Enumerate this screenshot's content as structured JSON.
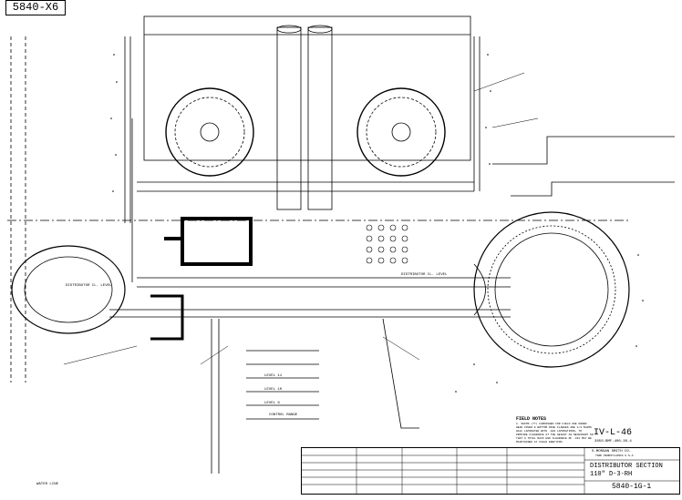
{
  "drawing": {
    "top_left_box": "5840-X6",
    "revision_stamp": "IV-L-46",
    "revision_sub": "2850-BMF-400-30-4",
    "field_notes_title": "FIELD NOTES",
    "field_notes_text": "1. SHIMS (??) FURNISHED FOR FIELD USE UNDER HEAD COVER & BOTTOM RING FLANGES ARE 1/4 SHIMS HALF LAMINATED WITH .004 LAMINATIONS, TO PROVIDE CLEARANCE AT THE HEIGHT AS NECESSARY SO THAT A TOTAL RACK END CLEARANCE OF .031 MAY BE MAINTAINED AT FIELD ERECTION."
  },
  "title_block": {
    "company": "S.MORGAN SMITH CO.",
    "location": "YORK PENNSYLVANIA U.S.A.",
    "title": "DISTRIBUTOR SECTION",
    "subtitle": "110\" D-3-RH",
    "drawing_number": "5840-1G-1"
  },
  "colors": {
    "ink": "#000000",
    "paper": "#ffffff"
  },
  "labels": {
    "distributor_right": "DISTRIBUTOR CL. LEVEL",
    "distributor_left": "DISTRIBUTOR CL. LEVEL",
    "control_range": "CONTROL RANGE",
    "level_1": "LEVEL 11",
    "level_2": "LEVEL 10",
    "level_3": "LEVEL 9",
    "water_line": "WATER LINE"
  }
}
